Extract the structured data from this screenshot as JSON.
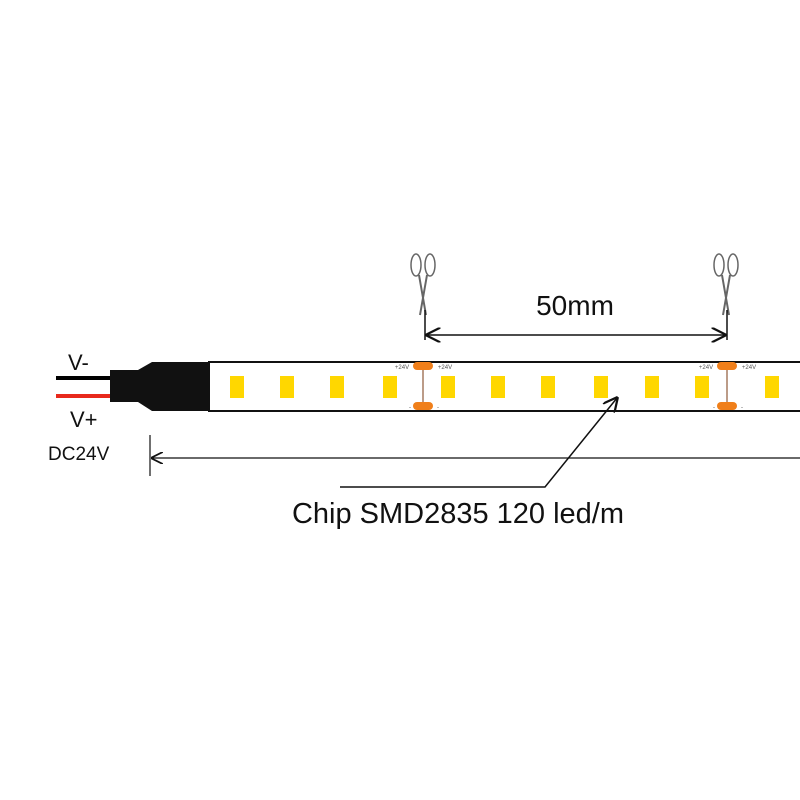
{
  "labels": {
    "v_minus": "V-",
    "v_plus": "V+",
    "voltage": "DC24V",
    "cut_spacing": "50mm",
    "chip": "Chip SMD2835 120 led/m",
    "pad_plus": "+24V",
    "pad_minus": "-"
  },
  "icons": {
    "cut": "scissors-icon"
  },
  "colors": {
    "led": "#FFD700",
    "pad": "#F07F1A",
    "wire_negative": "#000000",
    "wire_positive": "#E8291C",
    "connector": "#111111"
  }
}
